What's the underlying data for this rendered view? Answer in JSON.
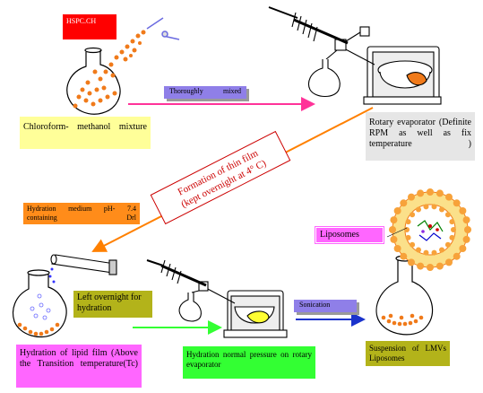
{
  "labels": {
    "hspc": "HSPC.CH",
    "chloroform_mix": "Chloroform- methanol mixture",
    "thoroughly_mixed": "Thoroughly mixed",
    "rotary_evaporator": "Rotary evaporator (Definite RPM as well as fix temperature )",
    "thin_film_line1": "Formation of thin film",
    "thin_film_line2": "(kept overnight at 4° C)",
    "hydration_medium": "Hydration medium pH- 7.4 containing Drl",
    "liposomes": "Liposomes",
    "left_overnight": "Left overnight for hydration",
    "sonication": "Sonication",
    "hydration_lipid_film": "Hydration of lipid film (Above the Transition temperature(Tc)",
    "hydration_normal_pressure": "Hydration normal pressure on rotary evaporator",
    "suspension_lmvs": "Suspension of LMVs Liposomes"
  },
  "colors": {
    "red_box": "#ff0000",
    "yellow_box": "#ffff99",
    "lavender_box": "#8f7fe8",
    "gray_box": "#e6e6e6",
    "orange_box": "#ff8c1a",
    "pink_box": "#ff66ff",
    "olive_box": "#b3b31a",
    "green_box": "#33ff33",
    "pink_arrow": "#ff3399",
    "orange_arrow": "#ff8000",
    "green_arrow": "#33ff33",
    "blue_arrow": "#1a33cc",
    "droplet_orange": "#f07a1a"
  }
}
